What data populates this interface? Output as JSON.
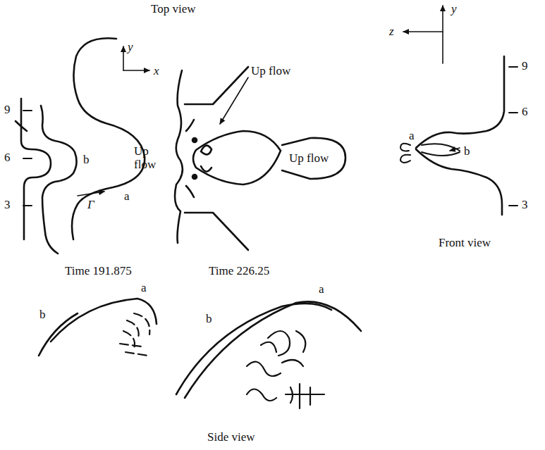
{
  "diagram": {
    "labels": [
      "Top view",
      "9",
      "6",
      "3",
      "y",
      "x",
      "b",
      "Up flow",
      "a",
      "Γ",
      "Up flow",
      "Up flow",
      "Time 191.875",
      "Time 226.25",
      "y",
      "z",
      "9",
      "6",
      "3",
      "a",
      "b",
      "Front view",
      "b",
      "a",
      "b",
      "a",
      "Side view"
    ]
  }
}
